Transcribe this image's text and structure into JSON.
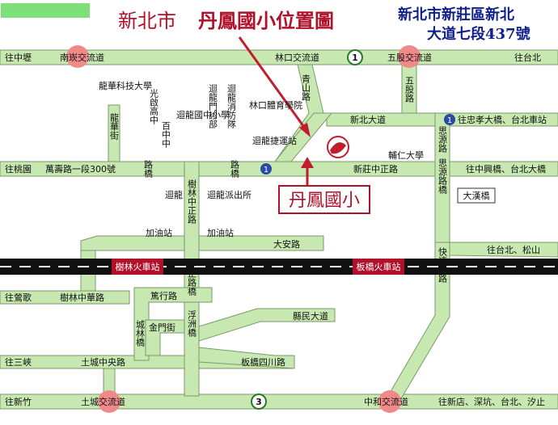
{
  "title_black": "新北市",
  "title_red": "丹鳳國小位置圖",
  "address_line1": "新北市新莊區新北",
  "address_line2": "大道七段437號",
  "callout": "丹鳳國小",
  "roads": {
    "nankan": "南崁交流道",
    "linkou_ic": "林口交流道",
    "wugu_ic": "五股交流道",
    "to_zhongli": "往中壢",
    "to_taipei": "往台北",
    "wanshou": "萬壽路一段300號",
    "to_taoyuan": "往桃園",
    "xinbei_ave": "新北大道",
    "to_zhongxiao": "往忠孝大橋、台北車站",
    "xinzhuang_zhongzheng": "新莊中正路",
    "to_zhongxing": "往中興橋、台北大橋",
    "dahan_bridge": "大漢橋",
    "anhe": "大安路",
    "to_taipei_songshan": "往台北、松山",
    "to_yingge": "往鶯歌",
    "shulin_zhonghua": "樹林中華路",
    "xianmin": "縣民大道",
    "to_sanxia": "往三峽",
    "tucheng_zhongyang": "土城中央路",
    "banqiao_sichuan": "板橋四川路",
    "to_xinzhu": "往新竹",
    "tucheng_ic": "土城交流道",
    "zhonghe_ic": "中和交流道",
    "to_xindian": "往新店、深坑、台北、汐止",
    "wugu_road": "五股路",
    "qingshan_road": "青山路",
    "siyuan_road": "思源路",
    "siyuan_bridge": "思源路橋",
    "shulin_zhongzheng": "樹林中正路",
    "kuaisu_road": "快速道路",
    "zhongzheng_bridge": "中正路橋",
    "luliao_road": "路橋",
    "futu_bridge": "浮洲橋",
    "chenglin_bridge": "城林橋",
    "longhua_street": "龍華街",
    "zhuxing_road": "篤行路",
    "jinmen_street": "金門街",
    "zhuxing_bridge": "路橋"
  },
  "places": {
    "longhua_uni": "龍華科技大學",
    "guangrong_hs": "光啟高中",
    "huilong_es": "迴龍國中小學",
    "yizhu_es": "百中中",
    "huilong_clinic": "迴龍門診部",
    "huilong_fire": "迴龍消防隊",
    "linkou_stadium": "林口體育學院",
    "huilong_mrt": "迴龍捷運站",
    "fujen_uni": "輔仁大學",
    "huilong": "迴龍",
    "huilong_police": "迴龍派出所",
    "gas1": "加油站",
    "gas2": "加油站",
    "shulin_station": "樹林火車站",
    "banqiao_station": "板橋火車站"
  },
  "shields": {
    "fwy1": "1",
    "fwy3": "3",
    "prov1": "1",
    "prov1b": "1"
  },
  "colors": {
    "road_fill": "#c4efb4",
    "road_edge": "#3a9a4a",
    "highway": "#c7e8b0",
    "interchange": "#f08a8a",
    "rail": "#111111",
    "station": "#b0102a",
    "title_red": "#b0102a",
    "address_blue": "#0f1f8a"
  }
}
